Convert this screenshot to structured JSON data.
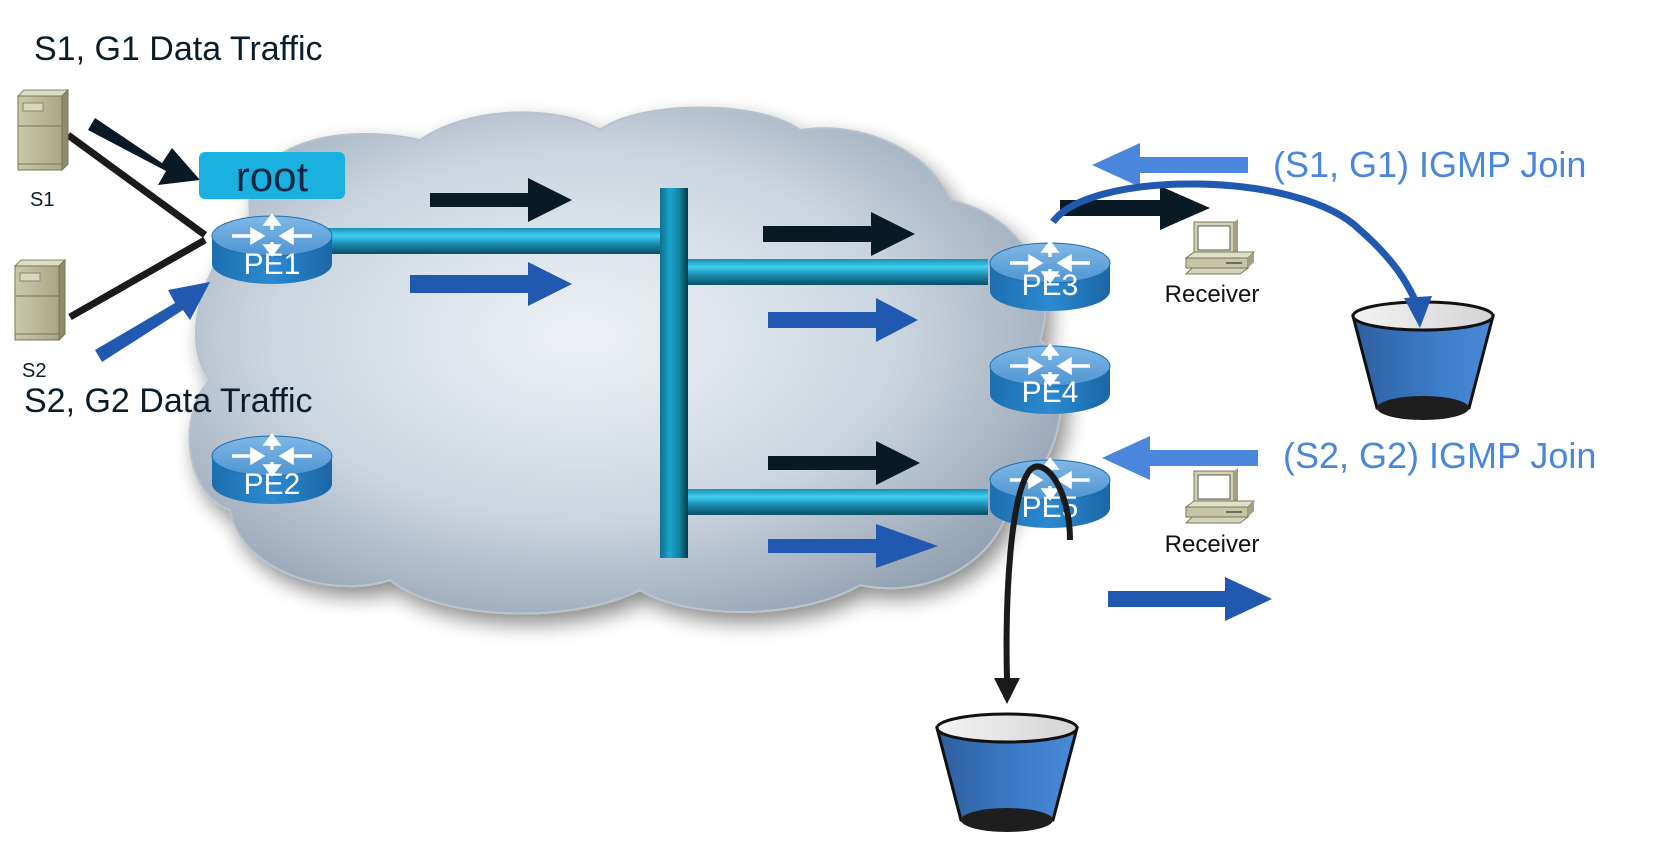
{
  "title_labels": {
    "s1_traffic": "S1, G1 Data Traffic",
    "s2_traffic": "S2, G2 Data Traffic",
    "s1_join": "(S1, G1) IGMP Join",
    "s2_join": "(S2, G2) IGMP Join"
  },
  "sources": [
    {
      "id": "S1",
      "label": "S1",
      "icon": "server-icon"
    },
    {
      "id": "S2",
      "label": "S2",
      "icon": "server-icon"
    }
  ],
  "root_badge": {
    "label": "root",
    "color": "#1ab0e0"
  },
  "routers": [
    {
      "id": "PE1",
      "label": "PE1",
      "icon": "router-icon"
    },
    {
      "id": "PE2",
      "label": "PE2",
      "icon": "router-icon"
    },
    {
      "id": "PE3",
      "label": "PE3",
      "icon": "router-icon"
    },
    {
      "id": "PE4",
      "label": "PE4",
      "icon": "router-icon"
    },
    {
      "id": "PE5",
      "label": "PE5",
      "icon": "router-icon"
    }
  ],
  "receivers": [
    {
      "id": "receiver-1",
      "label": "Receiver",
      "icon": "pc-icon"
    },
    {
      "id": "receiver-2",
      "label": "Receiver",
      "icon": "pc-icon"
    }
  ],
  "colors": {
    "s1_flow": "#0a1a24",
    "s2_flow": "#2158b0",
    "igmp_join": "#4a86dc",
    "tunnel": "#1a9ac0",
    "router": "#2a86cc",
    "bucket": "#3c78c4"
  }
}
